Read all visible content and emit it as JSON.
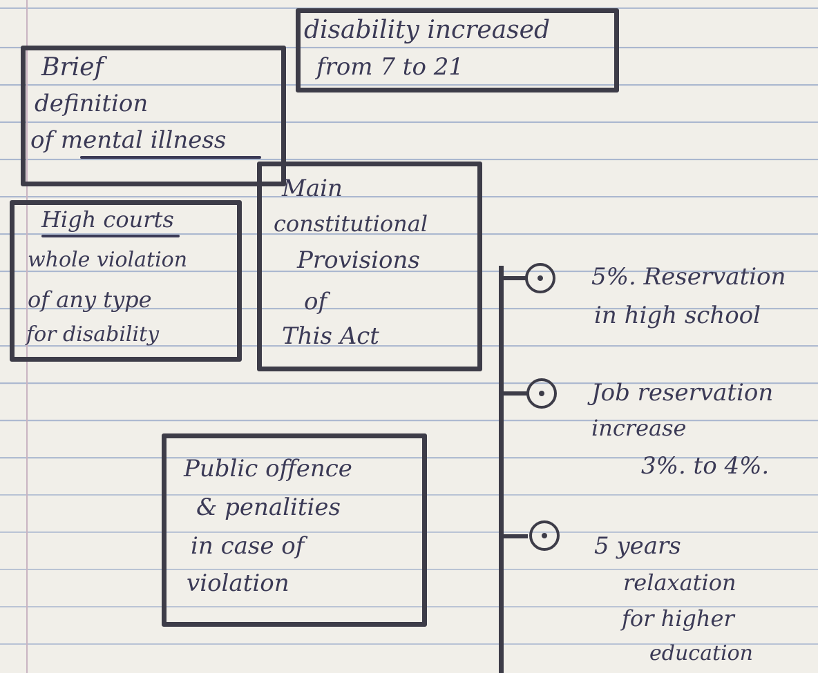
{
  "boxes": {
    "disability": {
      "lines": [
        "disability increased",
        "from 7 to 21"
      ]
    },
    "definition": {
      "lines": [
        "Brief",
        "definition",
        "of mental illness"
      ]
    },
    "main": {
      "lines": [
        "Main",
        "constitutional",
        "Provisions",
        "of",
        "This Act"
      ]
    },
    "courts": {
      "lines": [
        "High courts",
        "whole violation",
        "of any type",
        "for disability"
      ]
    },
    "offence": {
      "lines": [
        "Public offence",
        "& penalities",
        "in case of",
        "violation"
      ]
    }
  },
  "provisions": [
    {
      "lines": [
        "5%. Reservation",
        "in high school"
      ]
    },
    {
      "lines": [
        "Job reservation",
        "increase",
        "3%. to 4%."
      ]
    },
    {
      "lines": [
        "5 years",
        "relaxation",
        "for higher",
        "education"
      ]
    }
  ],
  "colors": {
    "ink": "#3d3c48",
    "paper": "#f1efe9",
    "rule": "#aab7cf"
  }
}
